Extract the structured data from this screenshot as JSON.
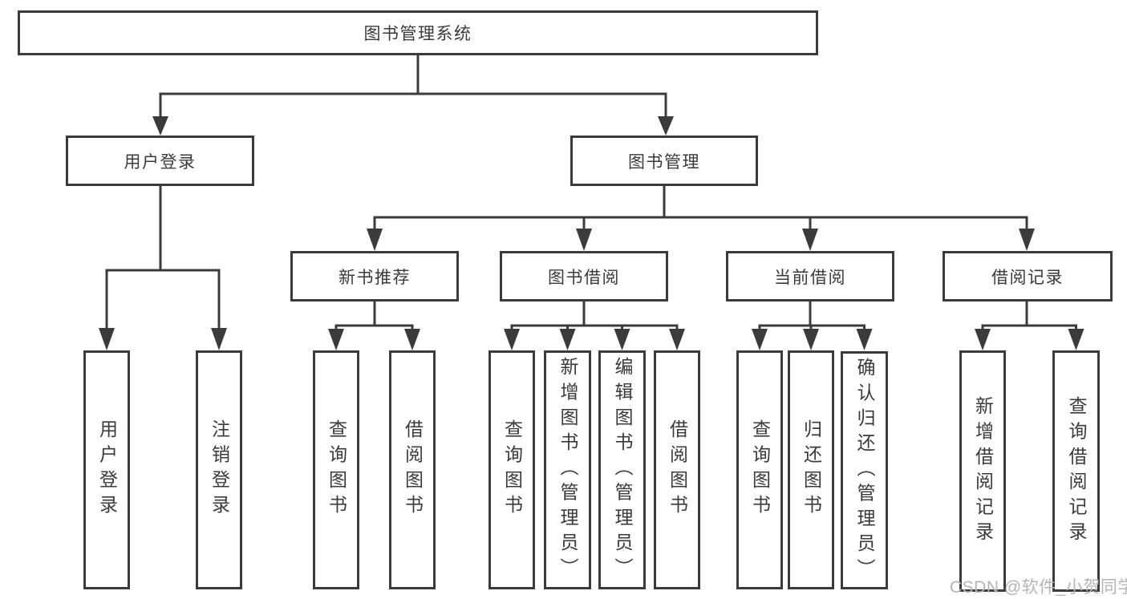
{
  "diagram_title": "图书管理系统",
  "nodes": {
    "root": "图书管理系统",
    "user_login": "用户登录",
    "book_management": "图书管理",
    "new_book_recommend": "新书推荐",
    "book_borrow": "图书借阅",
    "current_borrow": "当前借阅",
    "borrow_records": "借阅记录",
    "user_login_children": [
      "用户登录",
      "注销登录"
    ],
    "new_book_children": [
      "查询图书",
      "借阅图书"
    ],
    "book_borrow_children": [
      "查询图书",
      "新增图书（管理员）",
      "编辑图书（管理员）",
      "借阅图书"
    ],
    "current_borrow_children": [
      "查询图书",
      "归还图书",
      "确认归还（管理员）"
    ],
    "borrow_records_children": [
      "新增借阅记录",
      "查询借阅记录"
    ]
  },
  "colors": {
    "line": "#3b3b3b",
    "text": "#3a3a3a",
    "watermark": "#b3b5b8",
    "background": "#ffffff"
  },
  "watermark": "CSDN @软件_小贺同学"
}
